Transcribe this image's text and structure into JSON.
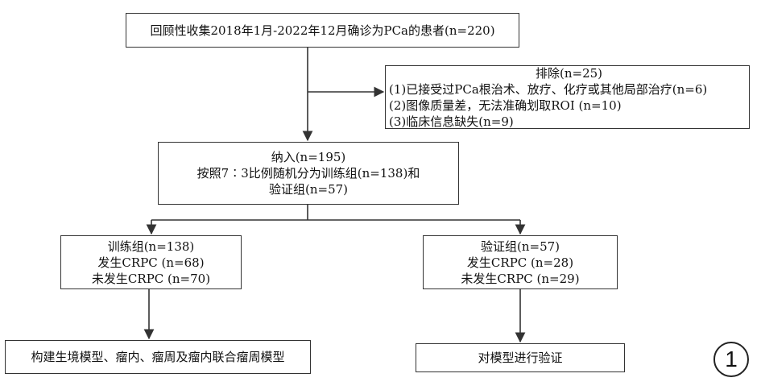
{
  "boxes": {
    "source": {
      "line1": "回顾性收集2018年1月-2022年12月确诊为PCa的患者(n=220)"
    },
    "exclusion": {
      "title": "排除(n=25)",
      "items": [
        "(1)已接受过PCa根治术、放疗、化疗或其他局部治疗(n=6)",
        "(2)图像质量差，无法准确划取ROI (n=10)",
        "(3)临床信息缺失(n=9)"
      ]
    },
    "included": {
      "line1": "纳入(n=195)",
      "line2": "按照7∶3比例随机分为训练组(n=138)和",
      "line3": "验证组(n=57)"
    },
    "training": {
      "line1": "训练组(n=138)",
      "line2": "发生CRPC (n=68)",
      "line3": "未发生CRPC (n=70)"
    },
    "validation": {
      "line1": "验证组(n=57)",
      "line2": "发生CRPC (n=28)",
      "line3": "未发生CRPC (n=29)"
    },
    "build_models": {
      "line1": "构建生境模型、瘤内、瘤周及瘤内联合瘤周模型"
    },
    "validate_models": {
      "line1": "对模型进行验证"
    }
  },
  "panel_label": "1"
}
